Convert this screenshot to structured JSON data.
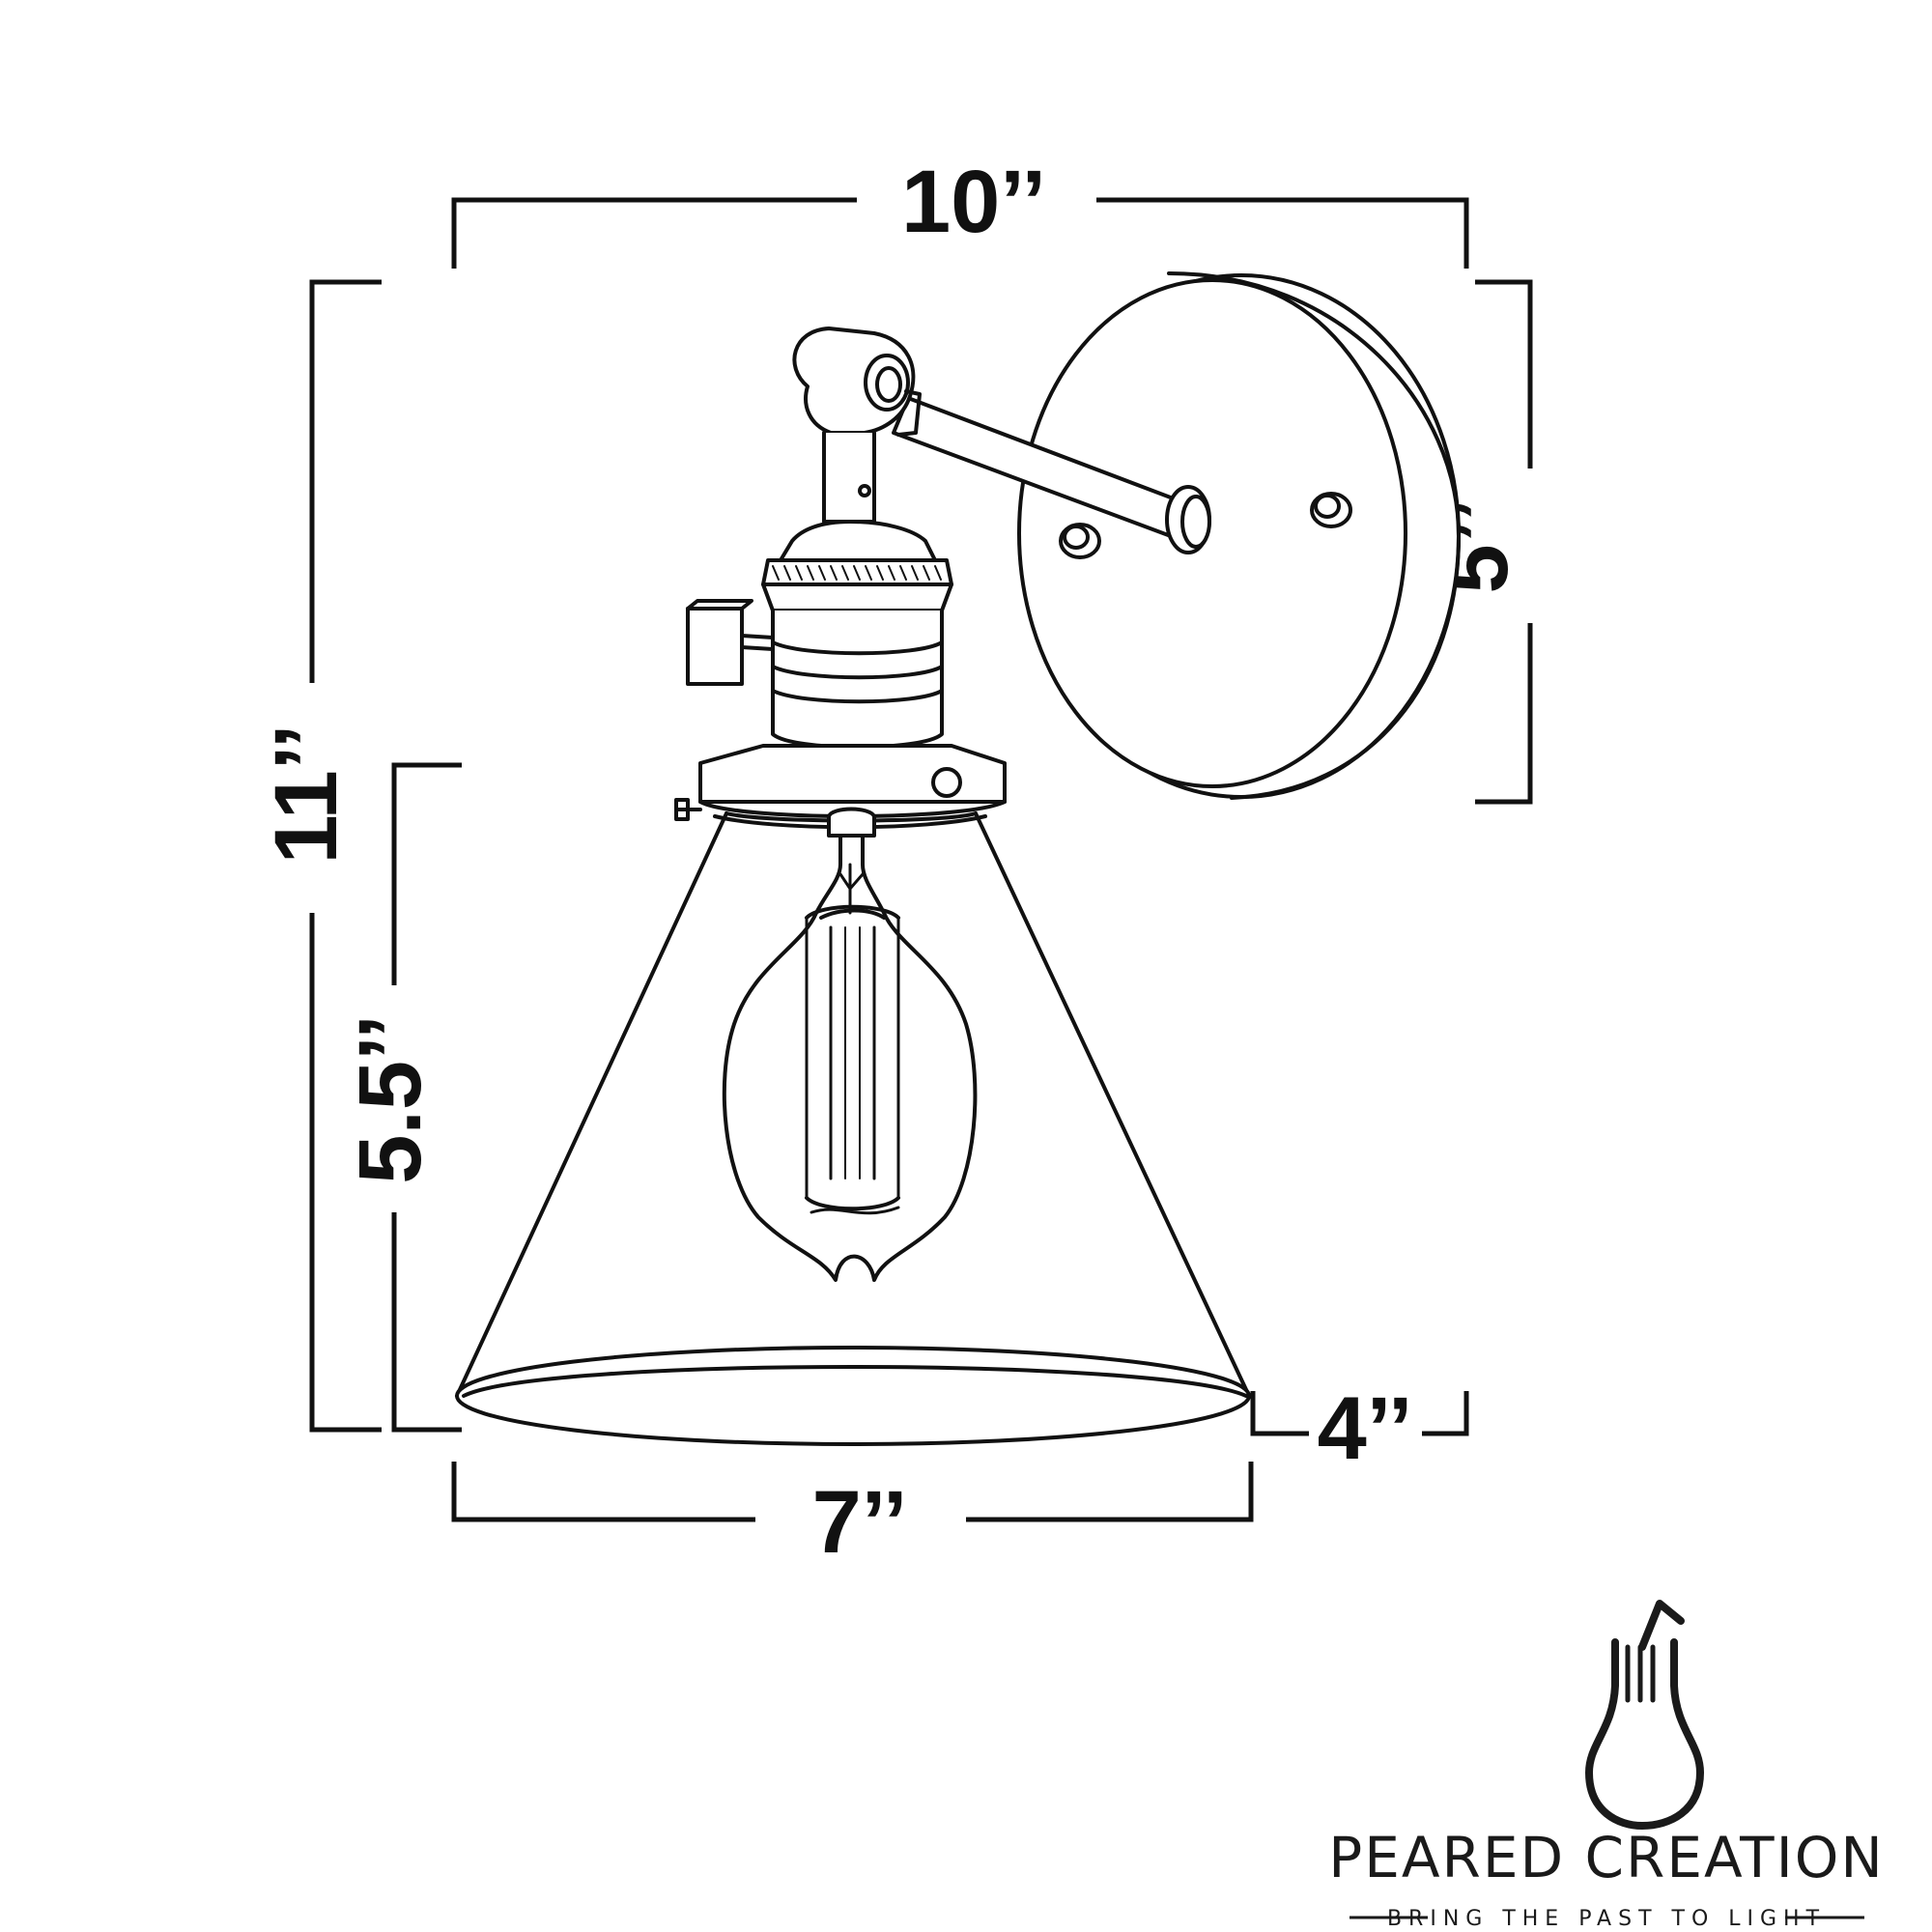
{
  "dimensions": {
    "overall_width": "10’’",
    "overall_height": "11’’",
    "backplate_diameter": "5’’",
    "shade_height": "5.5’’",
    "shade_width": "7’’",
    "shade_depth_offset": "4’’"
  },
  "brand": {
    "name": "PEARED CREATION",
    "tagline": "BRING THE PAST TO LIGHT",
    "logo_icon": "pear-bulb-icon"
  },
  "colors": {
    "line": "#111111",
    "background": "#ffffff"
  }
}
